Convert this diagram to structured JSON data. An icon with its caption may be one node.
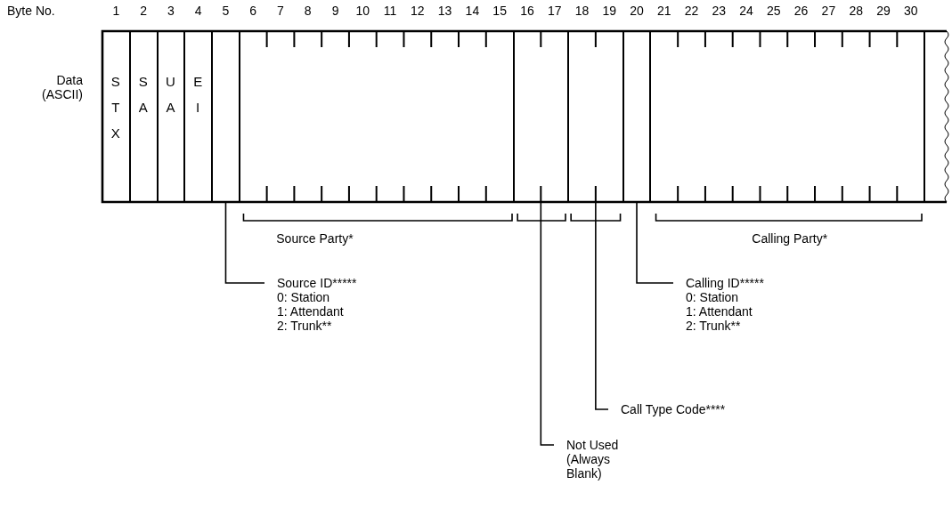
{
  "diagram": {
    "nodes": [
      {
        "text": [
          "STX"
        ]
      },
      {
        "text": [
          "SA"
        ]
      },
      {
        "text": [
          "UA"
        ]
      },
      {
        "text": [
          "EI"
        ]
      },
      {
        "text": [],
        "shape": "box"
      },
      {
        "text": [],
        "shape": "box"
      },
      {
        "text": [],
        "shape": "box"
      },
      {
        "text": [],
        "shape": "box"
      },
      {
        "text": [],
        "shape": "box"
      },
      {
        "text": [],
        "shape": "box"
      },
      {
        "text": [
          "Source ID*****",
          "0: Station",
          "1: Attendant",
          "2: Trunk**"
        ]
      },
      {
        "text": [
          "Calling ID*****",
          "0: Station",
          "1: Attendant",
          "2: Trunk**"
        ]
      },
      {
        "text": [
          "Call Type Code****"
        ]
      },
      {
        "text": [
          "Not Used (Always Blank)"
        ]
      }
    ],
    "edges": [
      {
        "from": 4,
        "to": 10,
        "arrow": "none"
      },
      {
        "from": 8,
        "to": 11,
        "arrow": "none"
      },
      {
        "from": 7,
        "to": 12,
        "arrow": "none"
      },
      {
        "from": 6,
        "to": 13,
        "arrow": "none"
      }
    ],
    "labels": [
      "Byte No.",
      "1",
      "2",
      "3",
      "4",
      "5",
      "6",
      "7",
      "8",
      "9",
      "10",
      "11",
      "12",
      "13",
      "14",
      "15",
      "16",
      "17",
      "18",
      "19",
      "20",
      "21",
      "22",
      "23",
      "24",
      "25",
      "26",
      "27",
      "28",
      "29",
      "30",
      "Data (ASCII)",
      "Source Party*",
      "Calling Party*"
    ]
  }
}
